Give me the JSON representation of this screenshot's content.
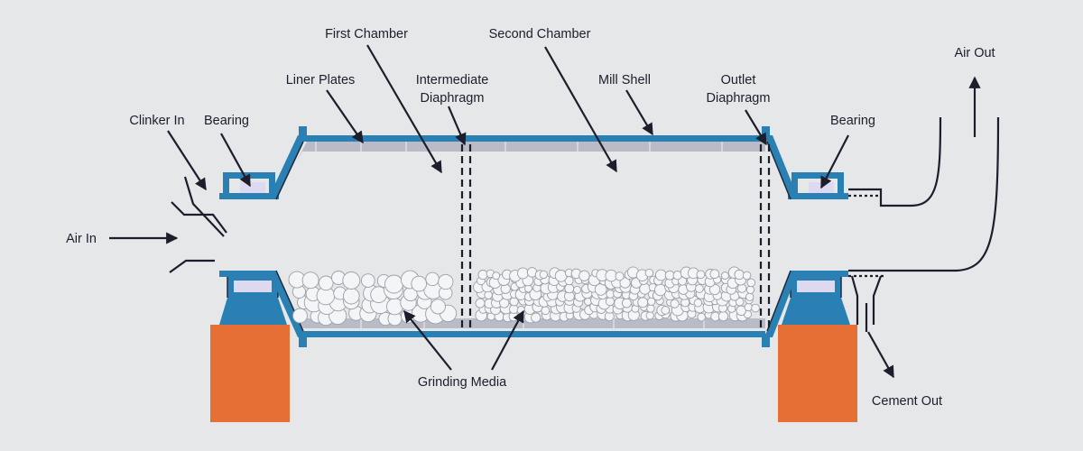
{
  "labels": {
    "first_chamber": "First Chamber",
    "second_chamber": "Second Chamber",
    "liner_plates": "Liner Plates",
    "intermediate_1": "Intermediate",
    "intermediate_2": "Diaphragm",
    "mill_shell": "Mill Shell",
    "outlet_1": "Outlet",
    "outlet_2": "Diaphragm",
    "air_out": "Air Out",
    "clinker_in": "Clinker In",
    "bearing_left": "Bearing",
    "bearing_right": "Bearing",
    "air_in": "Air In",
    "grinding_media": "Grinding Media",
    "cement_out": "Cement Out"
  },
  "colors": {
    "background": "#e6e7e9",
    "shell": "#2a80b3",
    "pier": "#e56f34",
    "liner": "#b9bcc6",
    "ink": "#1c1e2c"
  }
}
